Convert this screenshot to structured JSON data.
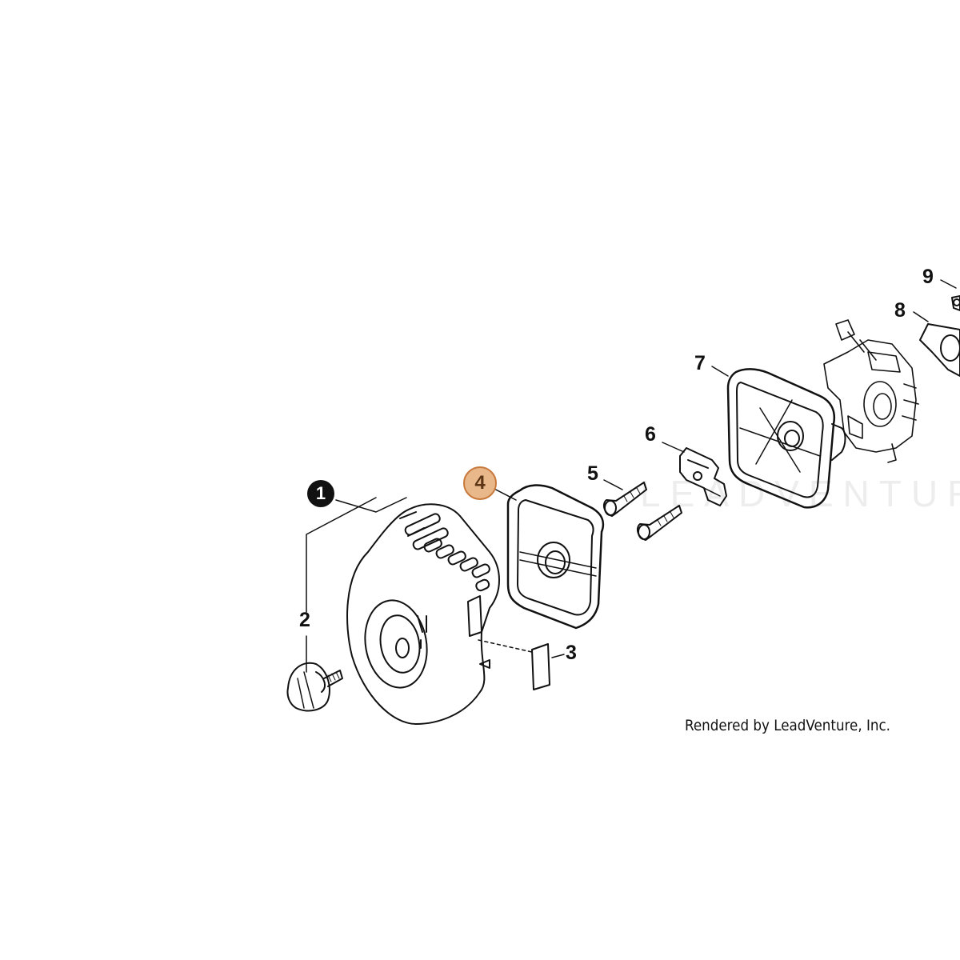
{
  "callouts": {
    "c1": "1",
    "c2": "2",
    "c3": "3",
    "c4": "4",
    "c5": "5",
    "c6": "6",
    "c7": "7",
    "c8": "8",
    "c9": "9"
  },
  "credit": "Rendered by LeadVenture, Inc.",
  "watermark": "LEADVENTURE",
  "colors": {
    "highlight_fill": "#e8b88a",
    "highlight_border": "#c8783a",
    "line": "#111111"
  }
}
